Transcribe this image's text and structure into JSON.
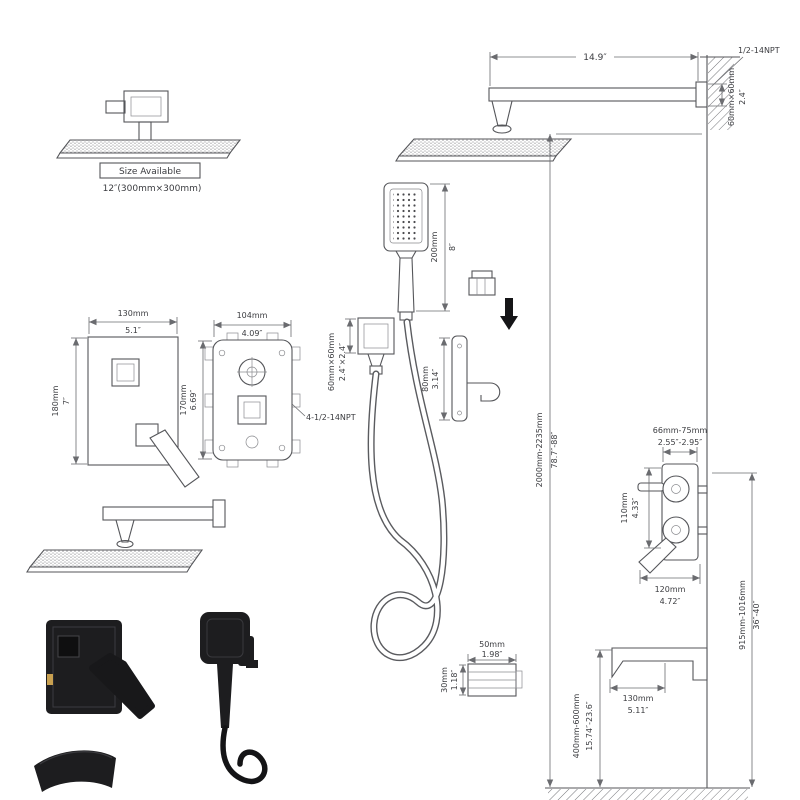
{
  "colors": {
    "line": "#55565a",
    "text": "#3b3c40",
    "black": "#1d1d1f",
    "accent": "#c8a050"
  },
  "overhead_shower": {
    "size_available": "Size Available",
    "size_label": "12″(300mm×300mm)"
  },
  "shower_arm": {
    "length_in": "14.9″",
    "thread": "1/2-14NPT",
    "profile_mm": "60mm×60mm",
    "profile_in": "2.4″"
  },
  "hand_shower": {
    "length_mm": "200mm",
    "length_in": "8″"
  },
  "wall_bracket": {
    "size_mm": "60mm×60mm",
    "size_in": "2.4″×2.4″"
  },
  "holder": {
    "height_mm": "80mm",
    "height_in": "3.14″"
  },
  "valve_trim": {
    "width_mm": "130mm",
    "width_in": "5.1″",
    "height_mm": "180mm",
    "height_in": "7″"
  },
  "rough_in_valve": {
    "width_mm": "104mm",
    "width_in": "4.09″",
    "height_mm": "170mm",
    "height_in": "6.69″",
    "thread": "4-1/2-14NPT"
  },
  "spout_plate": {
    "width_mm": "50mm",
    "width_in": "1.98″",
    "height_mm": "30mm",
    "height_in": "1.18″"
  },
  "installation": {
    "wall_height_mm": "2000mm-2235mm",
    "wall_height_in": "78.7″-88″",
    "valve_width_mm": "66mm-75mm",
    "valve_width_in": "2.55″-2.95″",
    "valve_height_mm": "110mm",
    "valve_height_in": "4.33″",
    "valve_depth_mm": "120mm",
    "valve_depth_in": "4.72″",
    "spout_height_mm": "915mm-1016mm",
    "spout_height_in": "36″-40″",
    "spout_length_mm": "130mm",
    "spout_length_in": "5.11″",
    "floor_clearance_mm": "400mm-600mm",
    "floor_clearance_in": "15.74″-23.6″"
  }
}
